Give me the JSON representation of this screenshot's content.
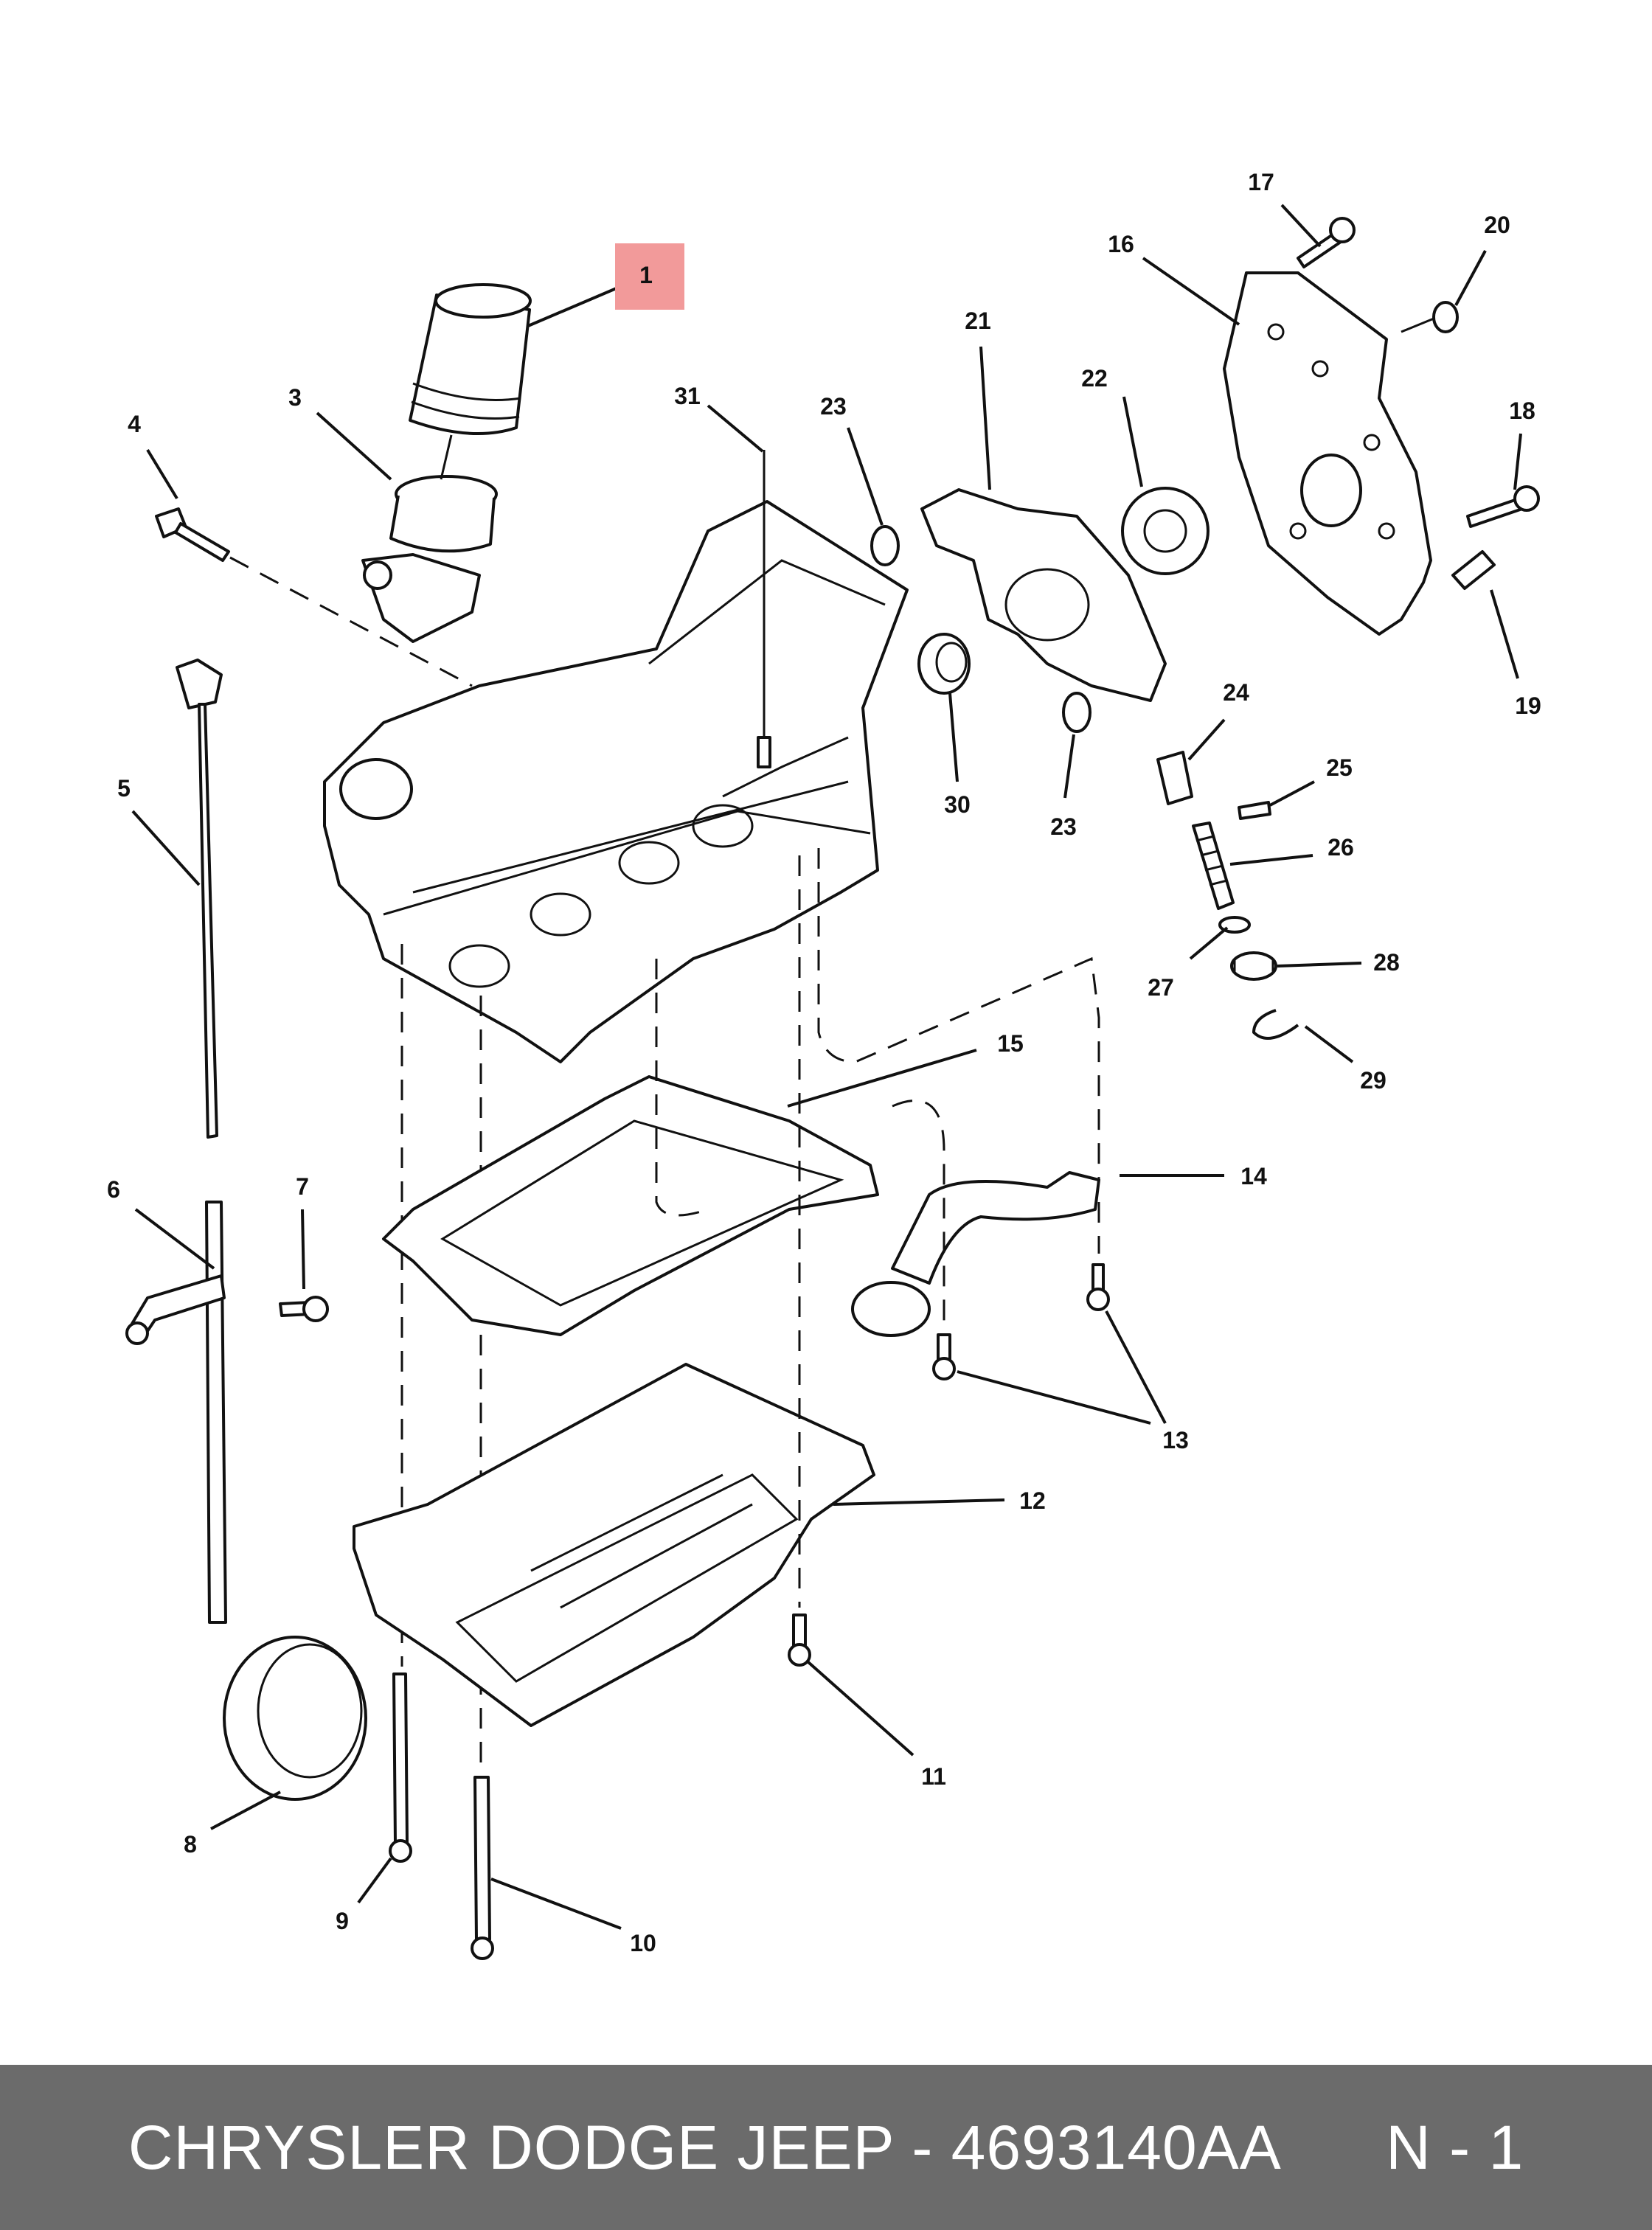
{
  "colors": {
    "background": "#ffffff",
    "line": "#111111",
    "highlight": "#f29a9a",
    "footer_bg": "#6b6b6b",
    "footer_text": "#ffffff"
  },
  "callouts": [
    {
      "id": "c1",
      "label": "1",
      "highlighted": true
    },
    {
      "id": "c3",
      "label": "3"
    },
    {
      "id": "c4",
      "label": "4"
    },
    {
      "id": "c5",
      "label": "5"
    },
    {
      "id": "c6",
      "label": "6"
    },
    {
      "id": "c7",
      "label": "7"
    },
    {
      "id": "c8",
      "label": "8"
    },
    {
      "id": "c9",
      "label": "9"
    },
    {
      "id": "c10",
      "label": "10"
    },
    {
      "id": "c11",
      "label": "11"
    },
    {
      "id": "c12",
      "label": "12"
    },
    {
      "id": "c13",
      "label": "13"
    },
    {
      "id": "c14",
      "label": "14"
    },
    {
      "id": "c15",
      "label": "15"
    },
    {
      "id": "c16",
      "label": "16"
    },
    {
      "id": "c17",
      "label": "17"
    },
    {
      "id": "c18",
      "label": "18"
    },
    {
      "id": "c19",
      "label": "19"
    },
    {
      "id": "c20",
      "label": "20"
    },
    {
      "id": "c21",
      "label": "21"
    },
    {
      "id": "c22",
      "label": "22"
    },
    {
      "id": "c23a",
      "label": "23"
    },
    {
      "id": "c23b",
      "label": "23"
    },
    {
      "id": "c24",
      "label": "24"
    },
    {
      "id": "c25",
      "label": "25"
    },
    {
      "id": "c26",
      "label": "26"
    },
    {
      "id": "c27",
      "label": "27"
    },
    {
      "id": "c28",
      "label": "28"
    },
    {
      "id": "c29",
      "label": "29"
    },
    {
      "id": "c30",
      "label": "30"
    },
    {
      "id": "c31",
      "label": "31"
    }
  ],
  "footer": {
    "text": "CHRYSLER DODGE JEEP - 4693140AA      N - 1"
  }
}
